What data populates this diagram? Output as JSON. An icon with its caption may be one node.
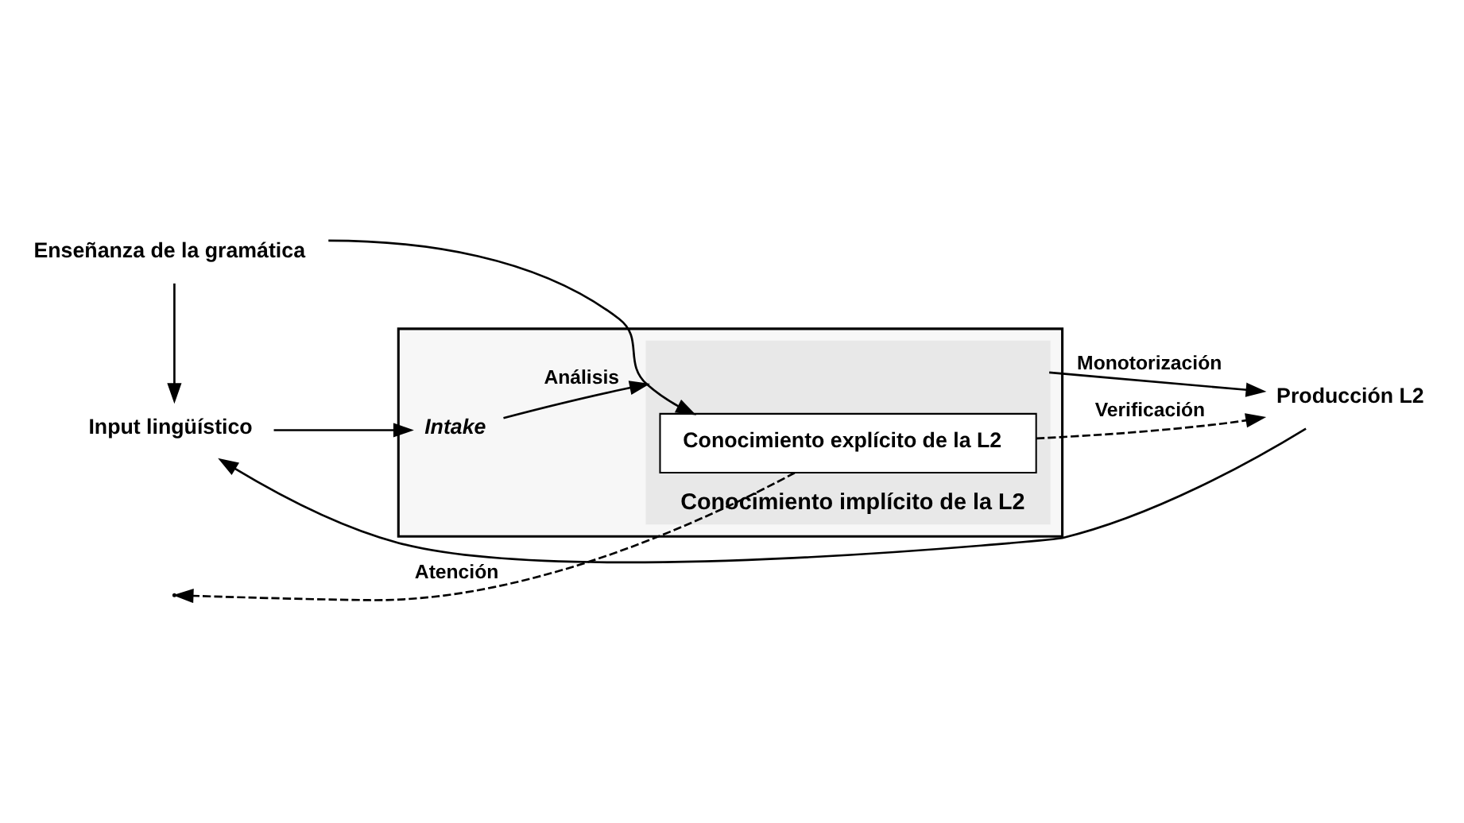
{
  "diagram": {
    "nodes": [
      {
        "text": [
          "Enseñanza de la gramática"
        ]
      },
      {
        "text": [],
        "shape": "box"
      },
      {
        "text": [
          "Conocimiento implícito de la L2"
        ],
        "in": 1
      },
      {
        "text": [
          "Conocimiento explícito de la L2"
        ],
        "in": 2
      },
      {
        "text": [
          "Input lingüístico"
        ]
      },
      {
        "text": [
          "Intake"
        ],
        "in": 1
      },
      {
        "text": [
          "Producción L2"
        ]
      }
    ],
    "edges": [
      {
        "from": 0,
        "to": 3,
        "arrow": "to"
      },
      {
        "from": 0,
        "to": 4,
        "arrow": "to"
      },
      {
        "from": 4,
        "to": 5,
        "arrow": "to"
      },
      {
        "from": 5,
        "to": 2,
        "arrow": "to",
        "label": "Análisis"
      },
      {
        "from": 2,
        "to": 6,
        "arrow": "to",
        "label": "Monotorización"
      },
      {
        "from": 6,
        "to": 4,
        "arrow": "to"
      },
      {
        "from": 3,
        "to": null,
        "arrow": "to",
        "style": "dashed",
        "label": "Atención"
      },
      {
        "from": 3,
        "to": 6,
        "arrow": "to",
        "style": "dashed",
        "label": "Verificación"
      }
    ]
  }
}
